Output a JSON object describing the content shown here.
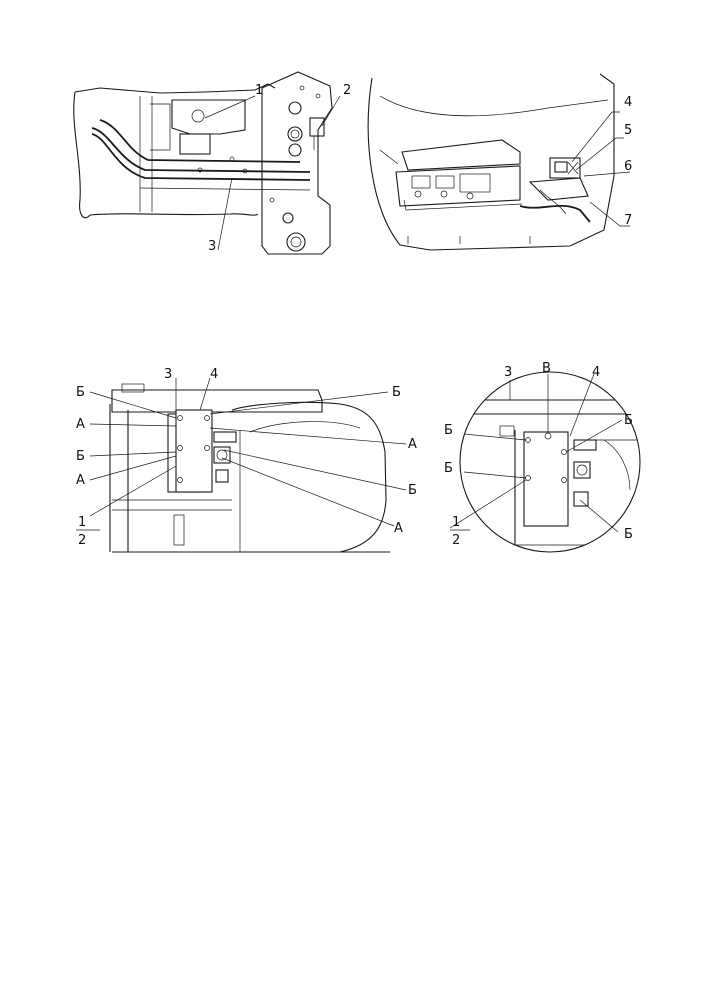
{
  "figure_top_left": {
    "callouts": [
      "1",
      "2",
      "3"
    ]
  },
  "figure_top_right": {
    "callouts": [
      "4",
      "5",
      "6",
      "7"
    ]
  },
  "figure_bottom_left": {
    "labels": {
      "b_top_left": "Б",
      "a_upper_left": "А",
      "b_mid_left": "Б",
      "a_lower_left": "А",
      "n3": "3",
      "n4": "4",
      "b_top_right": "Б",
      "a_mid_right": "А",
      "b_lower_right": "Б",
      "a_bottom_right": "А"
    },
    "fraction": {
      "numerator": "1",
      "denominator": "2"
    }
  },
  "figure_bottom_right": {
    "labels": {
      "n3": "3",
      "v": "В",
      "n4": "4",
      "b_left_upper": "Б",
      "b_left_lower": "Б",
      "b_right_upper": "Б",
      "b_right_lower": "Б"
    },
    "fraction": {
      "numerator": "1",
      "denominator": "2"
    }
  }
}
